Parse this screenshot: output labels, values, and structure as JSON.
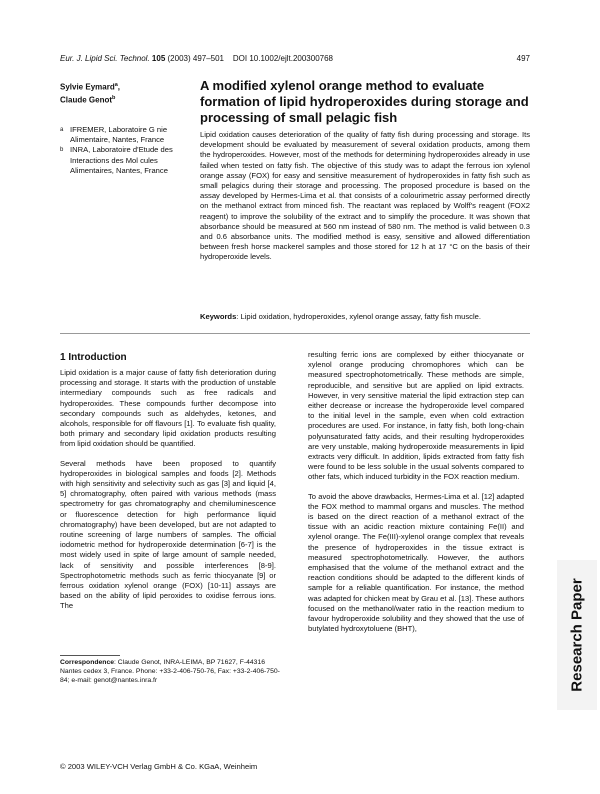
{
  "header": {
    "journal": "Eur. J. Lipid Sci. Technol.",
    "volume": "105",
    "year_pages": "(2003) 497–501",
    "doi": "DOI 10.1002/ejlt.200300768",
    "page_number": "497"
  },
  "authors": [
    "Sylvie Eymard",
    "Claude Genot"
  ],
  "author_marks": [
    "a",
    "b"
  ],
  "title": "A modified xylenol orange method to evaluate formation of lipid hydroperoxides during storage and processing of small pelagic fish",
  "affiliations": [
    {
      "mark": "a",
      "text": "IFREMER, Laboratoire G nie Alimentaire, Nantes, France"
    },
    {
      "mark": "b",
      "text": "INRA, Laboratoire d'Etude des Interactions des Mol cules Alimentaires, Nantes, France"
    }
  ],
  "abstract": "Lipid oxidation causes deterioration of the quality of fatty fish during processing and storage. Its development should be evaluated by measurement of several oxidation products, among them the hydroperoxides. However, most of the methods for determining hydroperoxides already in use failed when tested on fatty fish. The objective of this study was to adapt the ferrous ion xylenol orange assay (FOX) for easy and sensitive measurement of hydroperoxides in fatty fish such as small pelagics during their storage and processing. The proposed procedure is based on the assay developed by Hermes-Lima et al. that consists of a colourimetric assay performed directly on the methanol extract from minced fish. The reactant was replaced by Wolff's reagent (FOX2 reagent) to improve the solubility of the extract and to simplify the procedure. It was shown that absorbance should be measured at 560 nm instead of 580 nm. The method is valid between 0.3 and 0.6 absorbance units. The modified method is easy, sensitive and allowed differentiation between fresh horse mackerel samples and those stored for 12 h at 17 °C on the basis of their hydroperoxide levels.",
  "keywords_label": "Keywords",
  "keywords": ": Lipid oxidation, hydroperoxides, xylenol orange assay, fatty fish muscle.",
  "section_heading": "1 Introduction",
  "col1_paragraphs": [
    "Lipid oxidation is a major cause of fatty fish deterioration during processing and storage. It starts with the production of unstable intermediary compounds such as free radicals and hydroperoxides. These compounds further decompose into secondary compounds such as aldehydes, ketones, and alcohols, responsible for off flavours [1]. To evaluate fish quality, both primary and secondary lipid oxidation products resulting from lipid oxidation should be quantified.",
    "Several methods have been proposed to quantify hydroperoxides in biological samples and foods [2]. Methods with high sensitivity and selectivity such as gas [3] and liquid [4, 5] chromatography, often paired with various methods (mass spectrometry for gas chromatography and chemiluminescence or fluorescence detection for high performance liquid chromatography) have been developed, but are not adapted to routine screening of large numbers of samples. The official iodometric method for hydroperoxide determination [6-7] is the most widely used in spite of large amount of sample needed, lack of sensitivity and possible interferences [8-9]. Spectrophotometric methods such as ferric thiocyanate [9] or ferrous oxidation xylenol orange (FOX) [10-11] assays are based on the ability of lipid peroxides to oxidise ferrous ions. The"
  ],
  "col2_paragraphs": [
    "resulting ferric ions are complexed by either thiocyanate or xylenol orange producing chromophores which can be measured spectrophotometrically. These methods are simple, reproducible, and sensitive but are applied on lipid extracts. However, in very sensitive material the lipid extraction step can either decrease or increase the hydroperoxide level compared to the initial level in the sample, even when cold extraction procedures are used. For instance, in fatty fish, both long-chain polyunsaturated fatty acids, and their resulting hydroperoxides are very unstable, making hydroperoxide measurements in lipid extracts very difficult. In addition, lipids extracted from fatty fish were found to be less soluble in the usual solvents compared to other fats, which induced turbidity in the FOX reaction medium.",
    "To avoid the above drawbacks, Hermes-Lima et al. [12] adapted the FOX method to mammal organs and muscles. The method is based on the direct reaction of a methanol extract of the tissue with an acidic reaction mixture containing Fe(II) and xylenol orange. The Fe(III)-xylenol orange complex that reveals the presence of hydroperoxides in the tissue extract is measured spectrophotometrically. However, the authors emphasised that the volume of the methanol extract and the reaction conditions should be adapted to the different kinds of sample for a reliable quantification. For instance, the method was adapted for chicken meat by Grau et al. [13]. These authors focused on the methanol/water ratio in the reaction medium to favour hydroperoxide solubility and they showed that the use of butylated hydroxytoluene (BHT),"
  ],
  "correspondence_label": "Correspondence",
  "correspondence": ": Claude Genot, INRA-LEIMA, BP 71627, F-44316 Nantes cedex 3, France. Phone: +33-2-406-750-76, Fax: +33-2-406-750-84; e-mail: genot@nantes.inra.fr",
  "copyright": "© 2003 WILEY-VCH Verlag GmbH & Co. KGaA, Weinheim",
  "side_label": "Research Paper"
}
